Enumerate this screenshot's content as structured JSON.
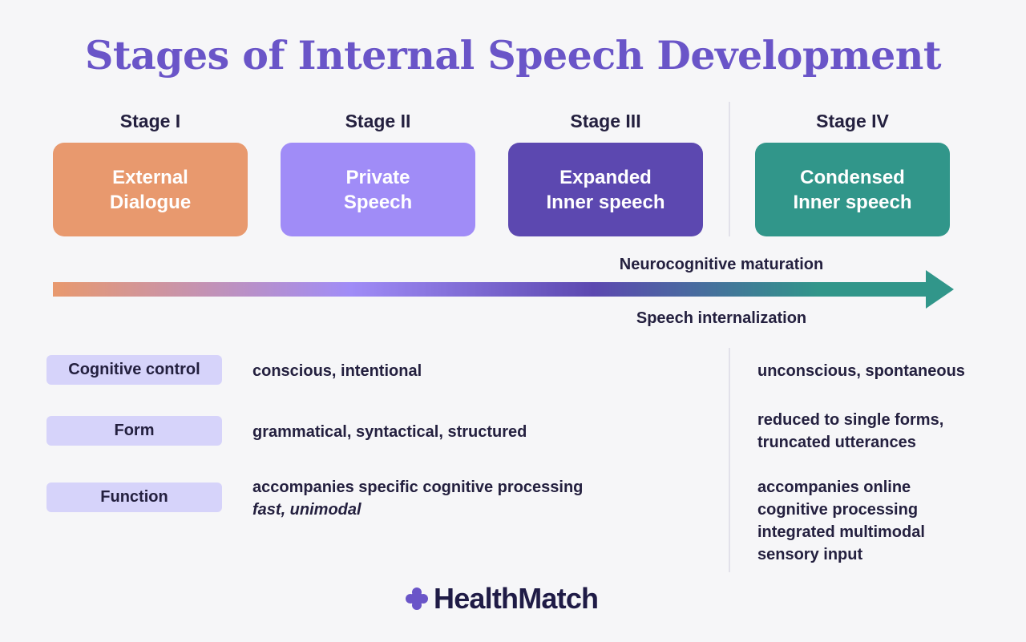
{
  "title": "Stages of Internal Speech Development",
  "stages": [
    {
      "label": "Stage I",
      "name": "External\nDialogue",
      "color": "#e8996e"
    },
    {
      "label": "Stage II",
      "name": "Private\nSpeech",
      "color": "#a08cf7"
    },
    {
      "label": "Stage III",
      "name": "Expanded\nInner speech",
      "color": "#5c48b0"
    },
    {
      "label": "Stage IV",
      "name": "Condensed\nInner speech",
      "color": "#31968a"
    }
  ],
  "arrow": {
    "top_label": "Neurocognitive maturation",
    "bottom_label": "Speech internalization",
    "colors": [
      "#e8996e",
      "#a08cf7",
      "#5c48b0",
      "#31968a"
    ]
  },
  "rows": [
    {
      "label": "Cognitive control",
      "early": [
        "conscious, intentional"
      ],
      "early_italic": [],
      "late": [
        "unconscious, spontaneous"
      ]
    },
    {
      "label": "Form",
      "early": [
        "grammatical, syntactical, structured"
      ],
      "early_italic": [],
      "late": [
        "reduced to single forms,",
        "truncated utterances"
      ]
    },
    {
      "label": "Function",
      "early": [
        "accompanies specific cognitive processing"
      ],
      "early_italic": [
        "fast, unimodal"
      ],
      "late": [
        "accompanies online",
        "cognitive processing",
        "integrated multimodal",
        "sensory input"
      ]
    }
  ],
  "brand": {
    "name": "HealthMatch",
    "icon": "plus-flower-icon",
    "color": "#6a55c8"
  }
}
